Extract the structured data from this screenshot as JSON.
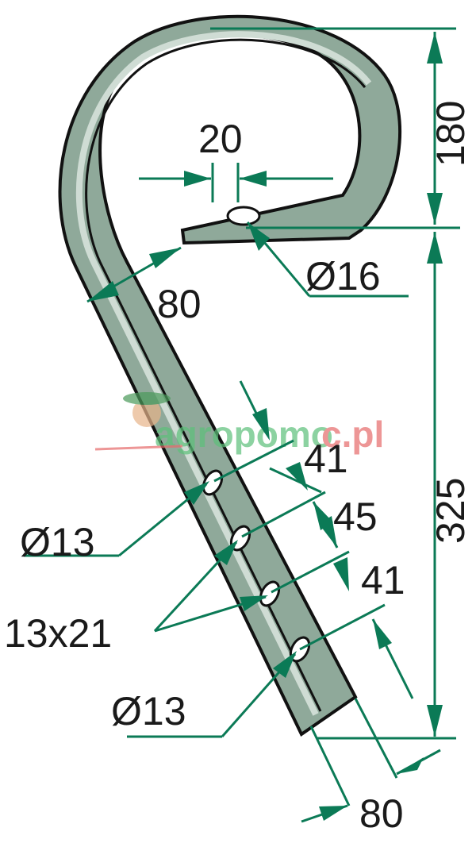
{
  "title": "Spring tine dimensions",
  "colors": {
    "part_fill": "#8fa99a",
    "part_edge": "#cfdcd4",
    "dimension_line": "#0b7a56"
  },
  "dimensions": {
    "coil_height": "180",
    "flange_gap": "20",
    "flange_hole": "Ø16",
    "coil_width": "80",
    "shank_length": "325",
    "hole_spacing_1": "41",
    "hole_spacing_2": "45",
    "hole_spacing_3": "41",
    "top_hole": "Ø13",
    "slots": "13x21",
    "bottom_hole": "Ø13",
    "shank_width": "80"
  },
  "watermark": {
    "text_main": "agropomo",
    "text_suffix": "c.pl"
  }
}
